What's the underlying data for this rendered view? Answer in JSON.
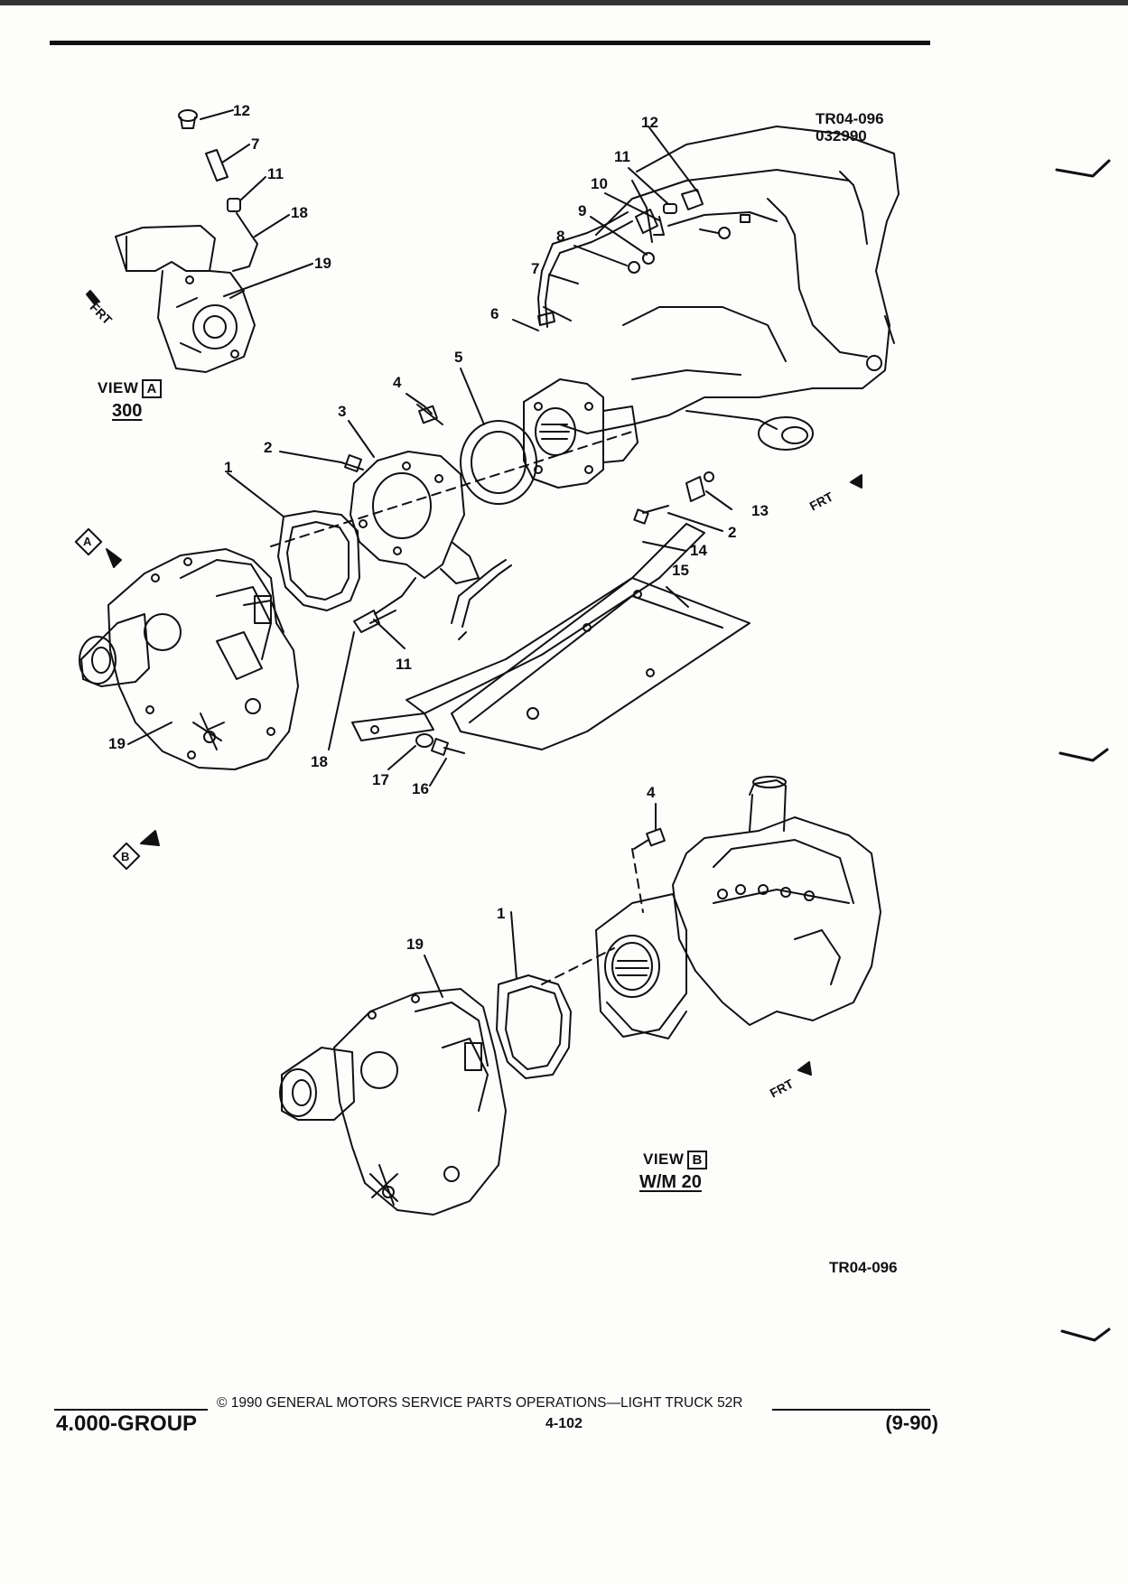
{
  "header": {
    "ref_code": "TR04-096",
    "ref_date": "032990"
  },
  "view_a": {
    "label": "VIEW",
    "letter": "A",
    "sub": "300"
  },
  "view_b": {
    "label": "VIEW",
    "letter": "B",
    "sub": "W/M 20"
  },
  "arrows": {
    "frt": "FRT",
    "a": "A",
    "b": "B"
  },
  "callouts": {
    "c1": "1",
    "c1b": "1",
    "c2": "2",
    "c2b": "2",
    "c3": "3",
    "c4": "4",
    "c4b": "4",
    "c5": "5",
    "c6": "6",
    "c7": "7",
    "c7a": "7",
    "c8": "8",
    "c9": "9",
    "c10": "10",
    "c11": "11",
    "c11a": "11",
    "c11b": "11",
    "c12": "12",
    "c12a": "12",
    "c13": "13",
    "c14": "14",
    "c15": "15",
    "c16": "16",
    "c17": "17",
    "c18": "18",
    "c18a": "18",
    "c19": "19",
    "c19a": "19",
    "c19b": "19"
  },
  "figure_code": "TR04-096",
  "footer": {
    "group": "4.000-GROUP",
    "copyright": "© 1990 GENERAL MOTORS SERVICE PARTS OPERATIONS—LIGHT TRUCK 52R",
    "page": "4-102",
    "date": "(9-90)"
  }
}
